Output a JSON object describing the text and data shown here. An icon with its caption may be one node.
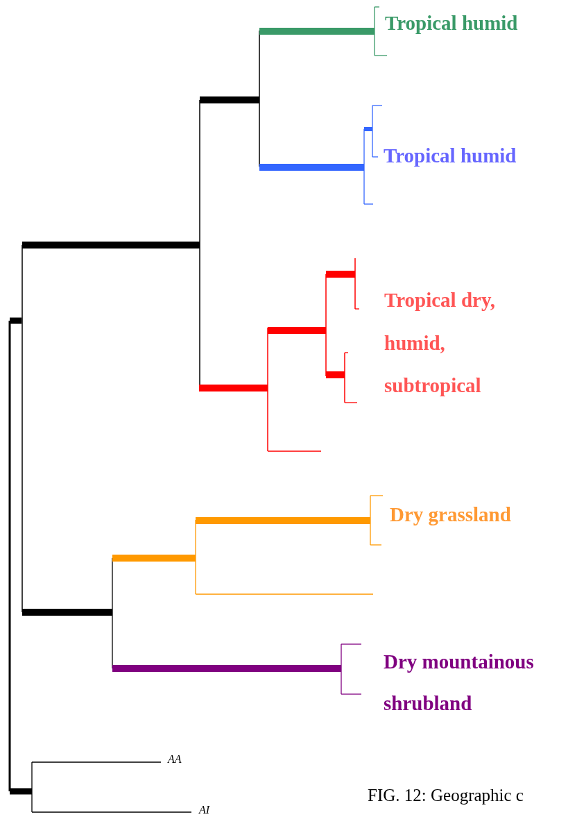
{
  "diagram": {
    "caption": "FIG. 12: Geographic c",
    "labels": [
      "Tropical humid",
      "Tropical humid",
      "Tropical dry, humid, subtropical",
      "Dry grassland",
      "Dry mountainous shrubland",
      "AA",
      "AI"
    ]
  }
}
